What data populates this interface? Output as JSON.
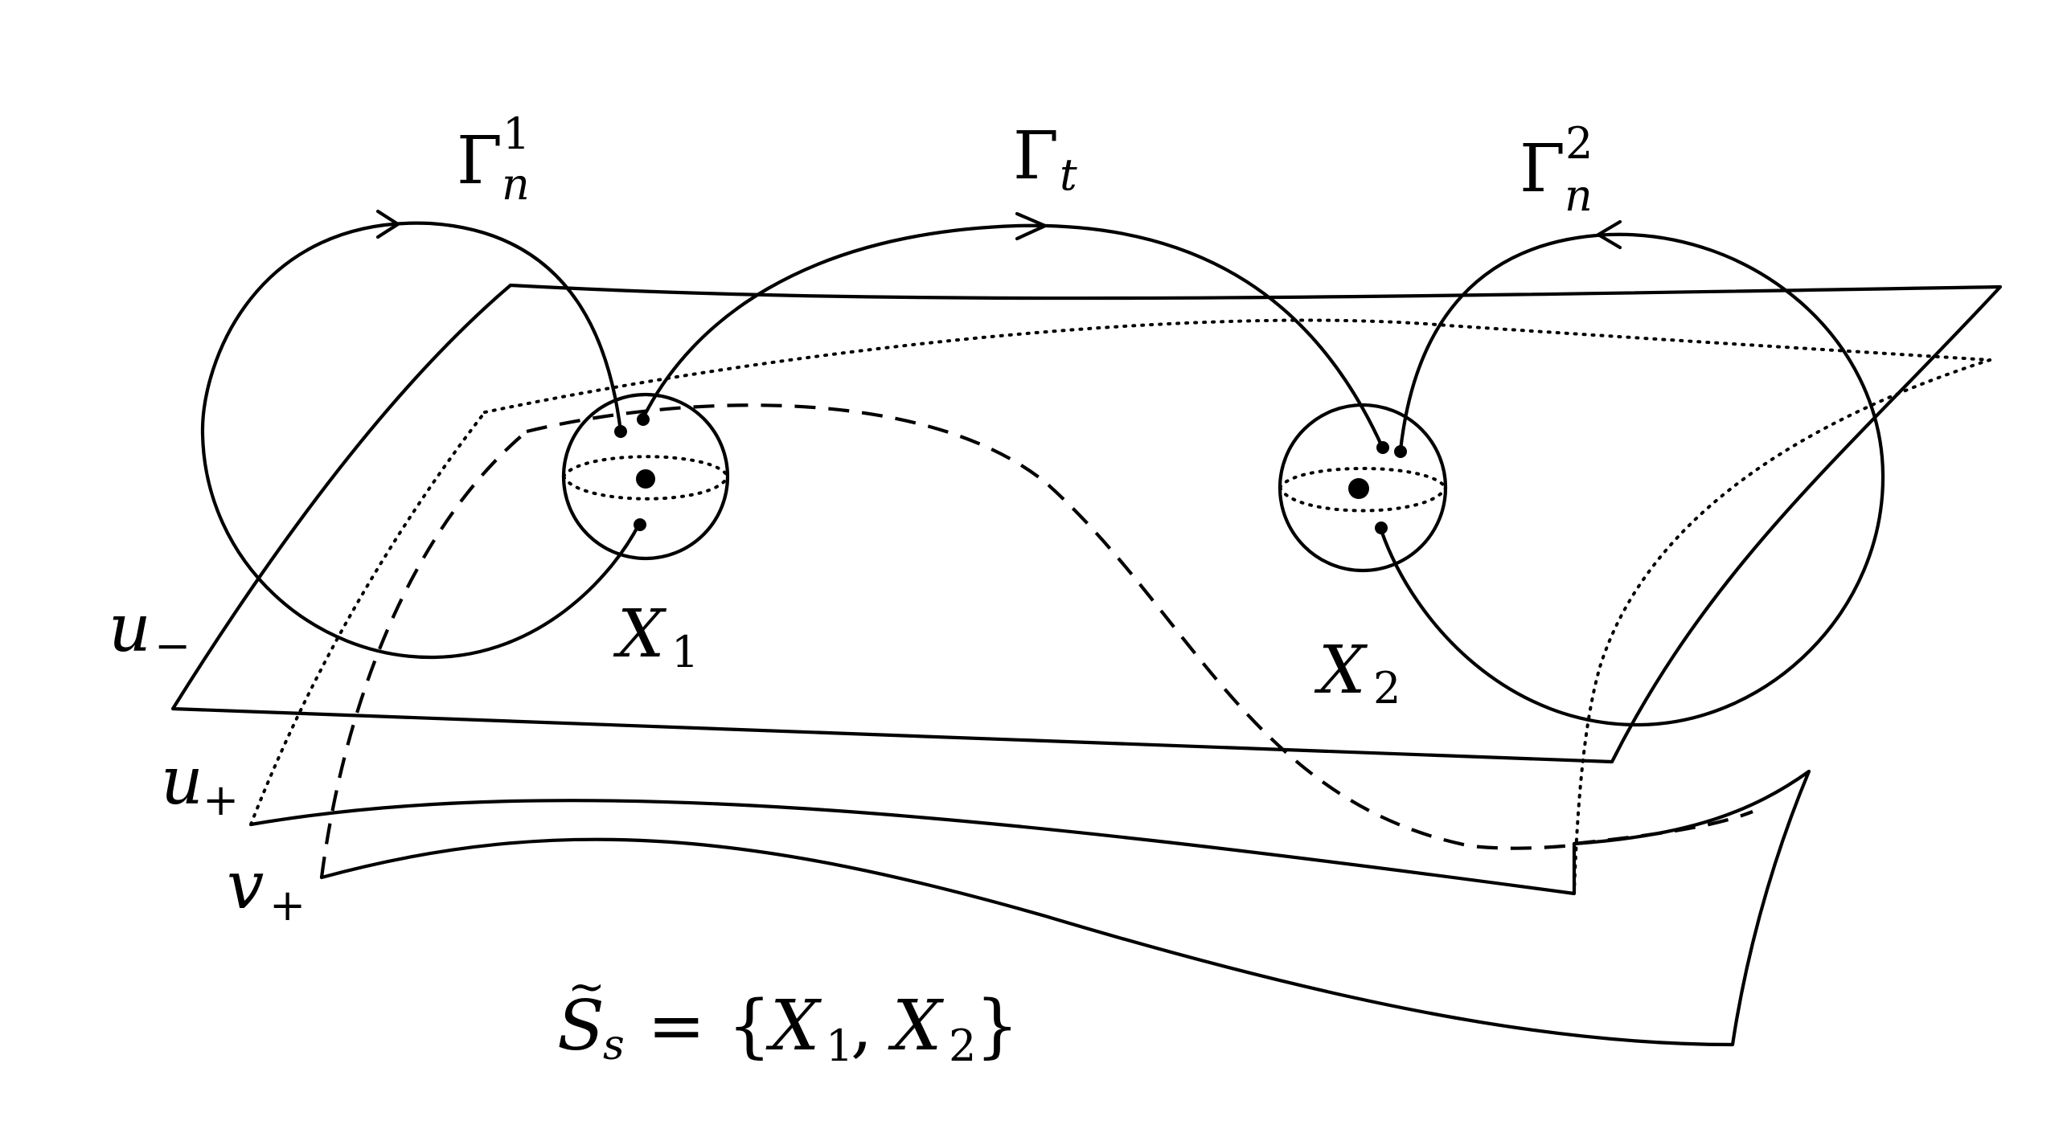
{
  "diagram": {
    "labels": {
      "gamma_n1": {
        "base": "Γ",
        "sub": "n",
        "sup": "1"
      },
      "gamma_t": {
        "base": "Γ",
        "sub": "t"
      },
      "gamma_n2": {
        "base": "Γ",
        "sub": "n",
        "sup": "2"
      },
      "x1": {
        "base": "X",
        "sub": "1"
      },
      "x2": {
        "base": "X",
        "sub": "2"
      },
      "u_minus": {
        "base": "u",
        "sub": "−"
      },
      "u_plus": {
        "base": "u",
        "sub": "+"
      },
      "v_plus": {
        "base": "v",
        "sub": "+"
      },
      "formula": {
        "lhs_base": "S",
        "lhs_tilde": "~",
        "lhs_sub": "s",
        "rhs_open": " = {",
        "rhs_x": "X",
        "rhs_sub1": "1",
        "rhs_comma": ", ",
        "rhs_x2": "X",
        "rhs_sub2": "2",
        "rhs_close": "}"
      }
    },
    "colors": {
      "ink": "#000000",
      "background": "#ffffff"
    }
  }
}
